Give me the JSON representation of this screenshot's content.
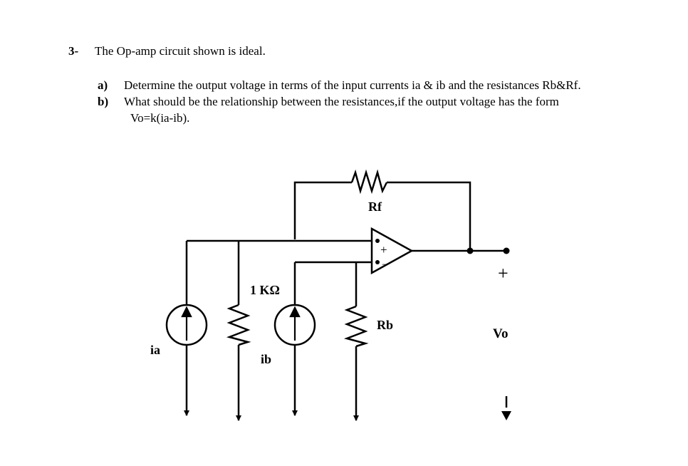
{
  "question": {
    "number": "3-",
    "statement": "The Op-amp circuit shown is ideal.",
    "parts": [
      {
        "letter": "a)",
        "text": "Determine the output voltage in terms of the input currents ia & ib and the resistances Rb&Rf."
      },
      {
        "letter": "b)",
        "text": "What should be the relationship between the resistances,if the output voltage has the form"
      }
    ],
    "formula": "Vo=k(ia-ib)."
  },
  "circuit": {
    "labels": {
      "rf": "Rf",
      "r1": "1 KΩ",
      "rb": "Rb",
      "ia": "ia",
      "ib": "ib",
      "vo": "Vo",
      "plus_terminal": "+",
      "opamp_plus": "+",
      "opamp_minus": "−"
    }
  }
}
